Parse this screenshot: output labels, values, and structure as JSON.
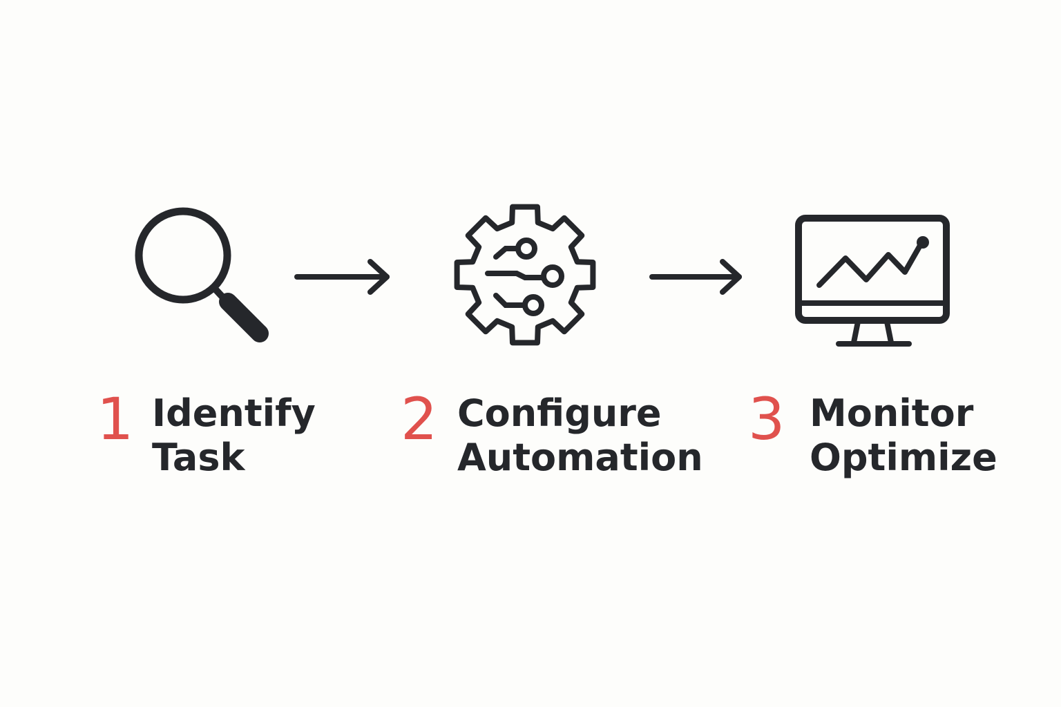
{
  "colors": {
    "background": "#fdfdfb",
    "icon_stroke": "#25272b",
    "number_accent": "#e0514d",
    "text": "#25272b"
  },
  "steps": [
    {
      "number": "1",
      "icon": "search-icon",
      "label_line1": "Identify",
      "label_line2": "Task"
    },
    {
      "number": "2",
      "icon": "gear-circuit-icon",
      "label_line1": "Configure",
      "label_line2": "Automation"
    },
    {
      "number": "3",
      "icon": "monitor-chart-icon",
      "label_line1": "Monitor",
      "label_line2": "Optimize"
    }
  ],
  "connectors": [
    "arrow-right-icon",
    "arrow-right-icon"
  ]
}
